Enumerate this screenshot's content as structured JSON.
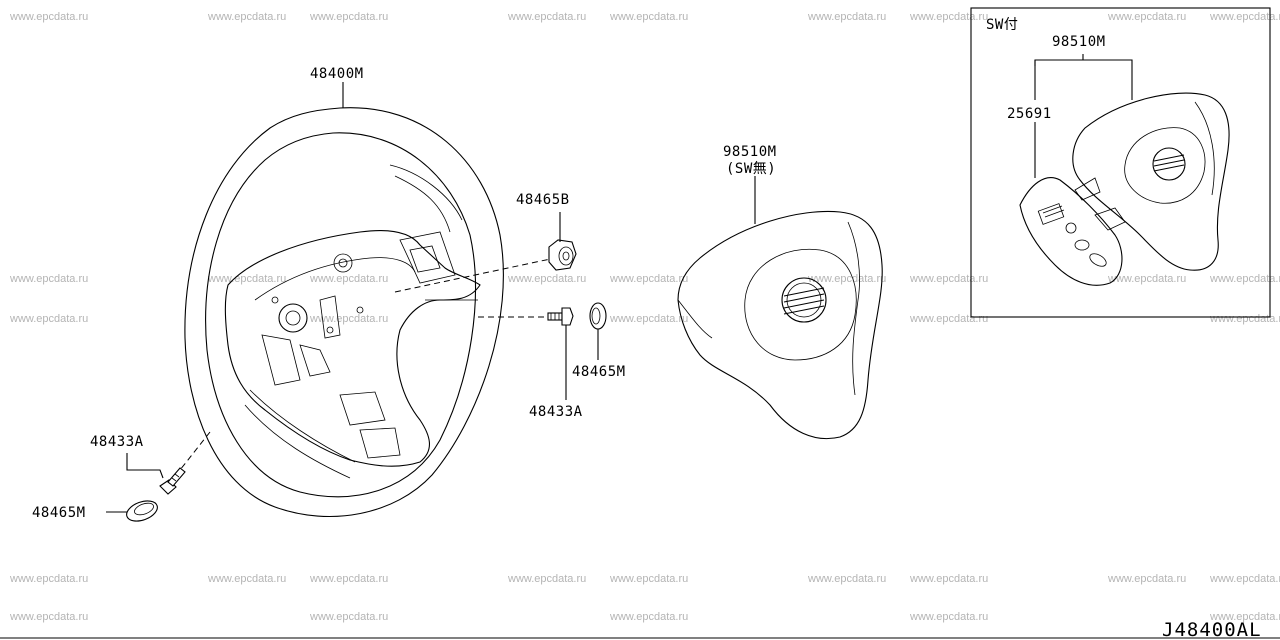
{
  "watermark_text": "www.epcdata.ru",
  "diagram_code": "J48400AL",
  "parts": {
    "steering_wheel": "48400M",
    "nut": "48465B",
    "bolt_left": "48433A",
    "bolt_center": "48433A",
    "cap_left": "48465M",
    "cap_center": "48465M",
    "airbag": "98510M",
    "airbag_note": "(SW無)"
  },
  "inset": {
    "title": "SW付",
    "airbag": "98510M",
    "switch": "25691"
  }
}
